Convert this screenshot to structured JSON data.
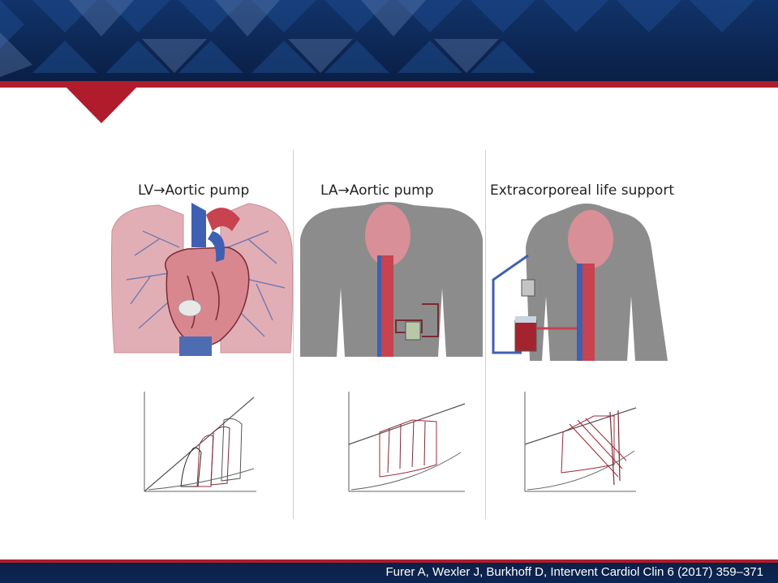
{
  "panels": [
    {
      "title": "LV→Aortic pump"
    },
    {
      "title": "LA→Aortic pump"
    },
    {
      "title": "Extracorporeal life support"
    }
  ],
  "citation": "Furer A, Wexler J, Burkhoff D, Intervent Cardiol Clin 6 (2017) 359–371",
  "colors": {
    "banner_navy": "#0c2552",
    "accent_red": "#b01c2c",
    "body_silhouette": "#8c8c8c",
    "lung_pink": "#e2aeb5"
  },
  "icons": [
    "heart-lungs-illustration",
    "body-silhouette-la-pump",
    "body-silhouette-ecls",
    "pressure-volume-loop-chart"
  ]
}
